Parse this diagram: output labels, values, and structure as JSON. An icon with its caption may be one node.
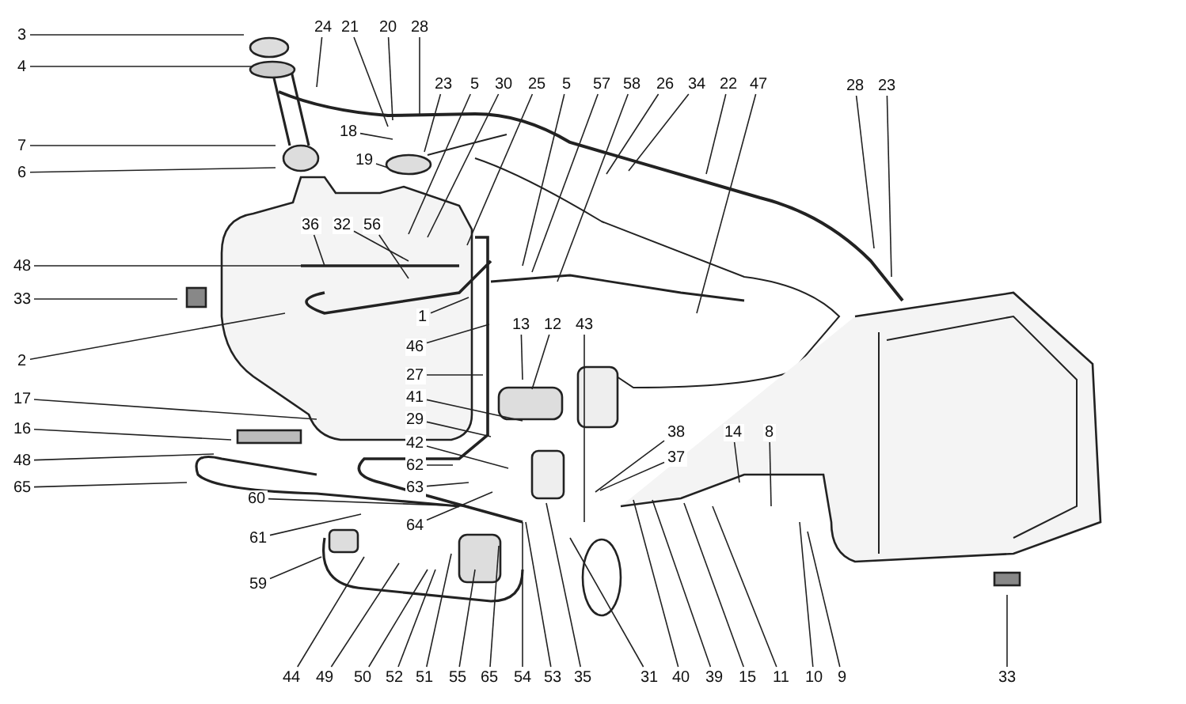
{
  "diagram": {
    "nodes": [
      {
        "text": [
          "3"
        ]
      },
      {
        "text": [
          "4"
        ]
      },
      {
        "text": [
          "24"
        ]
      },
      {
        "text": [
          "21"
        ]
      },
      {
        "text": [
          "20"
        ]
      },
      {
        "text": [
          "28"
        ]
      },
      {
        "text": [
          "23"
        ]
      },
      {
        "text": [
          "5"
        ]
      },
      {
        "text": [
          "30"
        ]
      },
      {
        "text": [
          "25"
        ]
      },
      {
        "text": [
          "5"
        ]
      },
      {
        "text": [
          "57"
        ]
      },
      {
        "text": [
          "58"
        ]
      },
      {
        "text": [
          "26"
        ]
      },
      {
        "text": [
          "34"
        ]
      },
      {
        "text": [
          "22"
        ]
      },
      {
        "text": [
          "47"
        ]
      },
      {
        "text": [
          "28"
        ]
      },
      {
        "text": [
          "23"
        ]
      },
      {
        "text": [
          "18"
        ]
      },
      {
        "text": [
          "7"
        ]
      },
      {
        "text": [
          "19"
        ]
      },
      {
        "text": [
          "6"
        ]
      },
      {
        "text": [
          "36"
        ]
      },
      {
        "text": [
          "32"
        ]
      },
      {
        "text": [
          "56"
        ]
      },
      {
        "text": [
          "48"
        ]
      },
      {
        "text": [
          "33"
        ]
      },
      {
        "text": [
          "1"
        ]
      },
      {
        "text": [
          "46"
        ]
      },
      {
        "text": [
          "13"
        ]
      },
      {
        "text": [
          "12"
        ]
      },
      {
        "text": [
          "43"
        ]
      },
      {
        "text": [
          "2"
        ]
      },
      {
        "text": [
          "27"
        ]
      },
      {
        "text": [
          "41"
        ]
      },
      {
        "text": [
          "17"
        ]
      },
      {
        "text": [
          "29"
        ]
      },
      {
        "text": [
          "16"
        ]
      },
      {
        "text": [
          "42"
        ]
      },
      {
        "text": [
          "38"
        ]
      },
      {
        "text": [
          "14"
        ]
      },
      {
        "text": [
          "8"
        ]
      },
      {
        "text": [
          "48"
        ]
      },
      {
        "text": [
          "62"
        ]
      },
      {
        "text": [
          "37"
        ]
      },
      {
        "text": [
          "65"
        ]
      },
      {
        "text": [
          "63"
        ]
      },
      {
        "text": [
          "60"
        ]
      },
      {
        "text": [
          "64"
        ]
      },
      {
        "text": [
          "61"
        ]
      },
      {
        "text": [
          "59"
        ]
      },
      {
        "text": [
          "44"
        ]
      },
      {
        "text": [
          "49"
        ]
      },
      {
        "text": [
          "50"
        ]
      },
      {
        "text": [
          "52"
        ]
      },
      {
        "text": [
          "51"
        ]
      },
      {
        "text": [
          "55"
        ]
      },
      {
        "text": [
          "65"
        ]
      },
      {
        "text": [
          "54"
        ]
      },
      {
        "text": [
          "53"
        ]
      },
      {
        "text": [
          "35"
        ]
      },
      {
        "text": [
          "31"
        ]
      },
      {
        "text": [
          "40"
        ]
      },
      {
        "text": [
          "39"
        ]
      },
      {
        "text": [
          "15"
        ]
      },
      {
        "text": [
          "11"
        ]
      },
      {
        "text": [
          "10"
        ]
      },
      {
        "text": [
          "9"
        ]
      },
      {
        "text": [
          "33"
        ]
      }
    ],
    "edges": [
      {
        "from": 0,
        "to": null,
        "arrow": "none"
      },
      {
        "from": 1,
        "to": null,
        "arrow": "none"
      },
      {
        "from": 2,
        "to": null,
        "arrow": "none"
      },
      {
        "from": 3,
        "to": null,
        "arrow": "none"
      },
      {
        "from": 4,
        "to": null,
        "arrow": "none"
      },
      {
        "from": 5,
        "to": null,
        "arrow": "none"
      },
      {
        "from": 6,
        "to": null,
        "arrow": "none"
      },
      {
        "from": 7,
        "to": null,
        "arrow": "none"
      },
      {
        "from": 8,
        "to": null,
        "arrow": "none"
      },
      {
        "from": 9,
        "to": null,
        "arrow": "none"
      },
      {
        "from": 10,
        "to": null,
        "arrow": "none"
      },
      {
        "from": 11,
        "to": null,
        "arrow": "none"
      },
      {
        "from": 12,
        "to": null,
        "arrow": "none"
      },
      {
        "from": 13,
        "to": null,
        "arrow": "none"
      },
      {
        "from": 14,
        "to": null,
        "arrow": "none"
      },
      {
        "from": 15,
        "to": null,
        "arrow": "none"
      },
      {
        "from": 16,
        "to": null,
        "arrow": "none"
      },
      {
        "from": 17,
        "to": null,
        "arrow": "none"
      },
      {
        "from": 18,
        "to": null,
        "arrow": "none"
      },
      {
        "from": 19,
        "to": null,
        "arrow": "none"
      },
      {
        "from": 20,
        "to": null,
        "arrow": "none"
      },
      {
        "from": 21,
        "to": null,
        "arrow": "none"
      },
      {
        "from": 22,
        "to": null,
        "arrow": "none"
      },
      {
        "from": 23,
        "to": null,
        "arrow": "none"
      },
      {
        "from": 24,
        "to": null,
        "arrow": "none"
      },
      {
        "from": 25,
        "to": null,
        "arrow": "none"
      },
      {
        "from": 26,
        "to": null,
        "arrow": "none"
      },
      {
        "from": 27,
        "to": null,
        "arrow": "none"
      },
      {
        "from": 28,
        "to": null,
        "arrow": "none"
      },
      {
        "from": 29,
        "to": null,
        "arrow": "none"
      },
      {
        "from": 30,
        "to": null,
        "arrow": "none"
      },
      {
        "from": 31,
        "to": null,
        "arrow": "none"
      },
      {
        "from": 32,
        "to": null,
        "arrow": "none"
      },
      {
        "from": 33,
        "to": null,
        "arrow": "none"
      },
      {
        "from": 34,
        "to": null,
        "arrow": "none"
      },
      {
        "from": 35,
        "to": null,
        "arrow": "none"
      },
      {
        "from": 36,
        "to": null,
        "arrow": "none"
      },
      {
        "from": 37,
        "to": null,
        "arrow": "none"
      },
      {
        "from": 38,
        "to": null,
        "arrow": "none"
      },
      {
        "from": 39,
        "to": null,
        "arrow": "none"
      },
      {
        "from": 40,
        "to": null,
        "arrow": "none"
      },
      {
        "from": 41,
        "to": null,
        "arrow": "none"
      },
      {
        "from": 42,
        "to": null,
        "arrow": "none"
      },
      {
        "from": 43,
        "to": null,
        "arrow": "none"
      },
      {
        "from": 44,
        "to": null,
        "arrow": "none"
      },
      {
        "from": 45,
        "to": null,
        "arrow": "none"
      },
      {
        "from": 46,
        "to": null,
        "arrow": "none"
      },
      {
        "from": 47,
        "to": null,
        "arrow": "none"
      },
      {
        "from": 48,
        "to": null,
        "arrow": "none"
      },
      {
        "from": 49,
        "to": null,
        "arrow": "none"
      },
      {
        "from": 50,
        "to": null,
        "arrow": "none"
      },
      {
        "from": 51,
        "to": null,
        "arrow": "none"
      },
      {
        "from": 52,
        "to": null,
        "arrow": "none"
      },
      {
        "from": 53,
        "to": null,
        "arrow": "none"
      },
      {
        "from": 54,
        "to": null,
        "arrow": "none"
      },
      {
        "from": 55,
        "to": null,
        "arrow": "none"
      },
      {
        "from": 56,
        "to": null,
        "arrow": "none"
      },
      {
        "from": 57,
        "to": null,
        "arrow": "none"
      },
      {
        "from": 58,
        "to": null,
        "arrow": "none"
      },
      {
        "from": 59,
        "to": null,
        "arrow": "none"
      },
      {
        "from": 60,
        "to": null,
        "arrow": "none"
      },
      {
        "from": 61,
        "to": null,
        "arrow": "none"
      },
      {
        "from": 62,
        "to": null,
        "arrow": "none"
      },
      {
        "from": 63,
        "to": null,
        "arrow": "none"
      },
      {
        "from": 64,
        "to": null,
        "arrow": "none"
      },
      {
        "from": 65,
        "to": null,
        "arrow": "none"
      },
      {
        "from": 66,
        "to": null,
        "arrow": "none"
      },
      {
        "from": 67,
        "to": null,
        "arrow": "none"
      },
      {
        "from": 68,
        "to": null,
        "arrow": "none"
      },
      {
        "from": 69,
        "to": null,
        "arrow": "none"
      }
    ]
  }
}
